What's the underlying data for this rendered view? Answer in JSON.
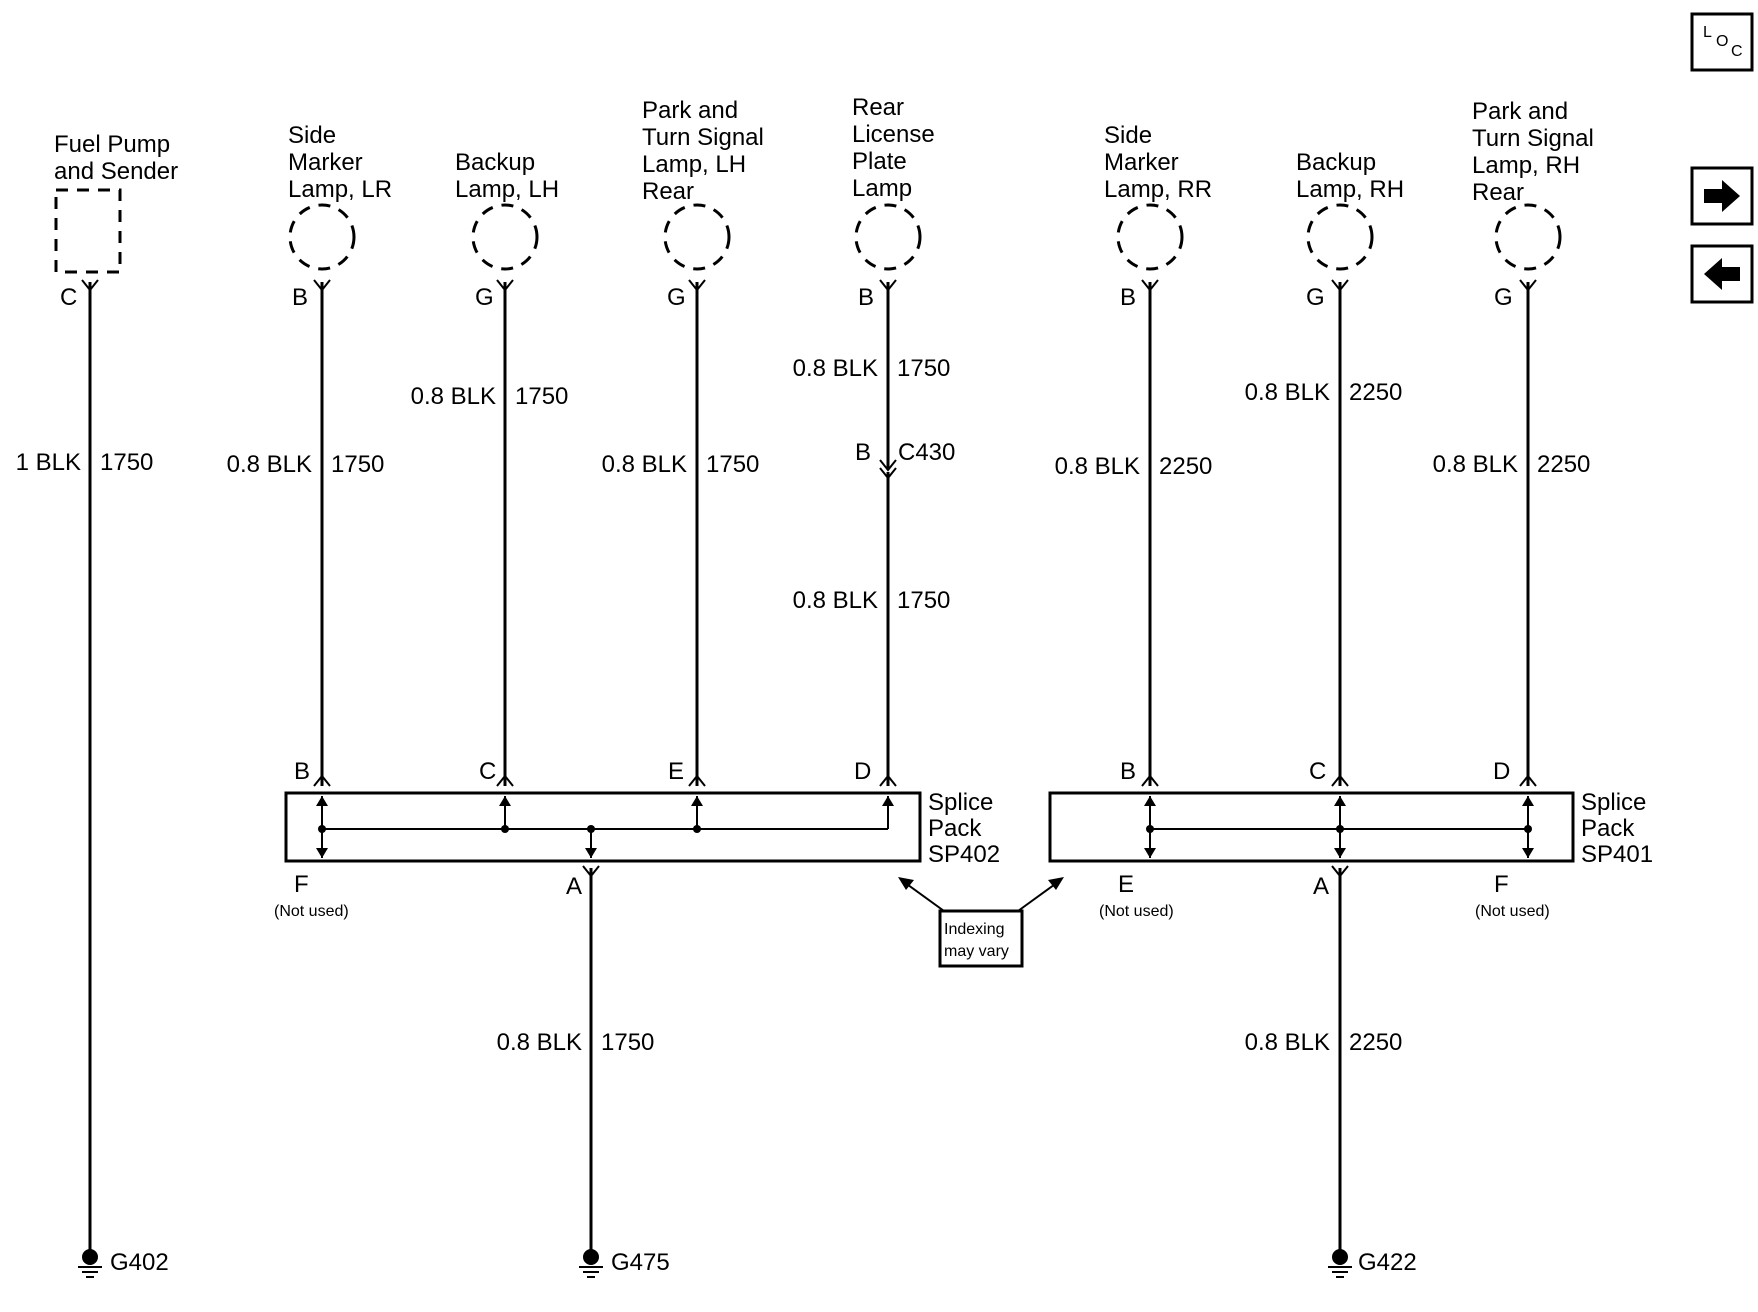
{
  "components": {
    "fuel_pump": [
      "Fuel Pump",
      "and Sender"
    ],
    "side_marker_lr": [
      "Side",
      "Marker",
      "Lamp, LR"
    ],
    "backup_lh": [
      "Backup",
      "Lamp, LH"
    ],
    "park_turn_lh": [
      "Park and",
      "Turn Signal",
      "Lamp, LH",
      "Rear"
    ],
    "license_plate": [
      "Rear",
      "License",
      "Plate",
      "Lamp"
    ],
    "side_marker_rr": [
      "Side",
      "Marker",
      "Lamp, RR"
    ],
    "backup_rh": [
      "Backup",
      "Lamp, RH"
    ],
    "park_turn_rh": [
      "Park and",
      "Turn Signal",
      "Lamp, RH",
      "Rear"
    ]
  },
  "pins": {
    "fuel_pump": "C",
    "side_marker_lr": "B",
    "backup_lh": "G",
    "park_turn_lh": "G",
    "license_plate": "B",
    "side_marker_rr": "B",
    "backup_rh": "G",
    "park_turn_rh": "G",
    "c430_pin": "B",
    "sp402_b": "B",
    "sp402_c": "C",
    "sp402_e": "E",
    "sp402_d": "D",
    "sp402_f": "F",
    "sp402_a": "A",
    "sp401_b": "B",
    "sp401_c": "C",
    "sp401_d": "D",
    "sp401_e": "E",
    "sp401_a": "A",
    "sp401_f": "F"
  },
  "wires": {
    "fuel_pump": {
      "gauge": "1 BLK",
      "circuit": "1750"
    },
    "side_marker_lr": {
      "gauge": "0.8 BLK",
      "circuit": "1750"
    },
    "backup_lh": {
      "gauge": "0.8 BLK",
      "circuit": "1750"
    },
    "park_turn_lh": {
      "gauge": "0.8 BLK",
      "circuit": "1750"
    },
    "license_upper": {
      "gauge": "0.8 BLK",
      "circuit": "1750"
    },
    "license_lower": {
      "gauge": "0.8 BLK",
      "circuit": "1750"
    },
    "side_marker_rr": {
      "gauge": "0.8 BLK",
      "circuit": "2250"
    },
    "backup_rh": {
      "gauge": "0.8 BLK",
      "circuit": "2250"
    },
    "park_turn_rh": {
      "gauge": "0.8 BLK",
      "circuit": "2250"
    },
    "sp402_ground": {
      "gauge": "0.8 BLK",
      "circuit": "1750"
    },
    "sp401_ground": {
      "gauge": "0.8 BLK",
      "circuit": "2250"
    }
  },
  "connector_c430": "C430",
  "splice_packs": {
    "sp402": [
      "Splice",
      "Pack",
      "SP402"
    ],
    "sp401": [
      "Splice",
      "Pack",
      "SP401"
    ]
  },
  "not_used": "(Not used)",
  "indexing_note": [
    "Indexing",
    "may vary"
  ],
  "grounds": {
    "g402": "G402",
    "g475": "G475",
    "g422": "G422"
  },
  "nav": {
    "loc_icon": "loc-icon",
    "next_icon": "arrow-right-icon",
    "prev_icon": "arrow-left-icon"
  }
}
